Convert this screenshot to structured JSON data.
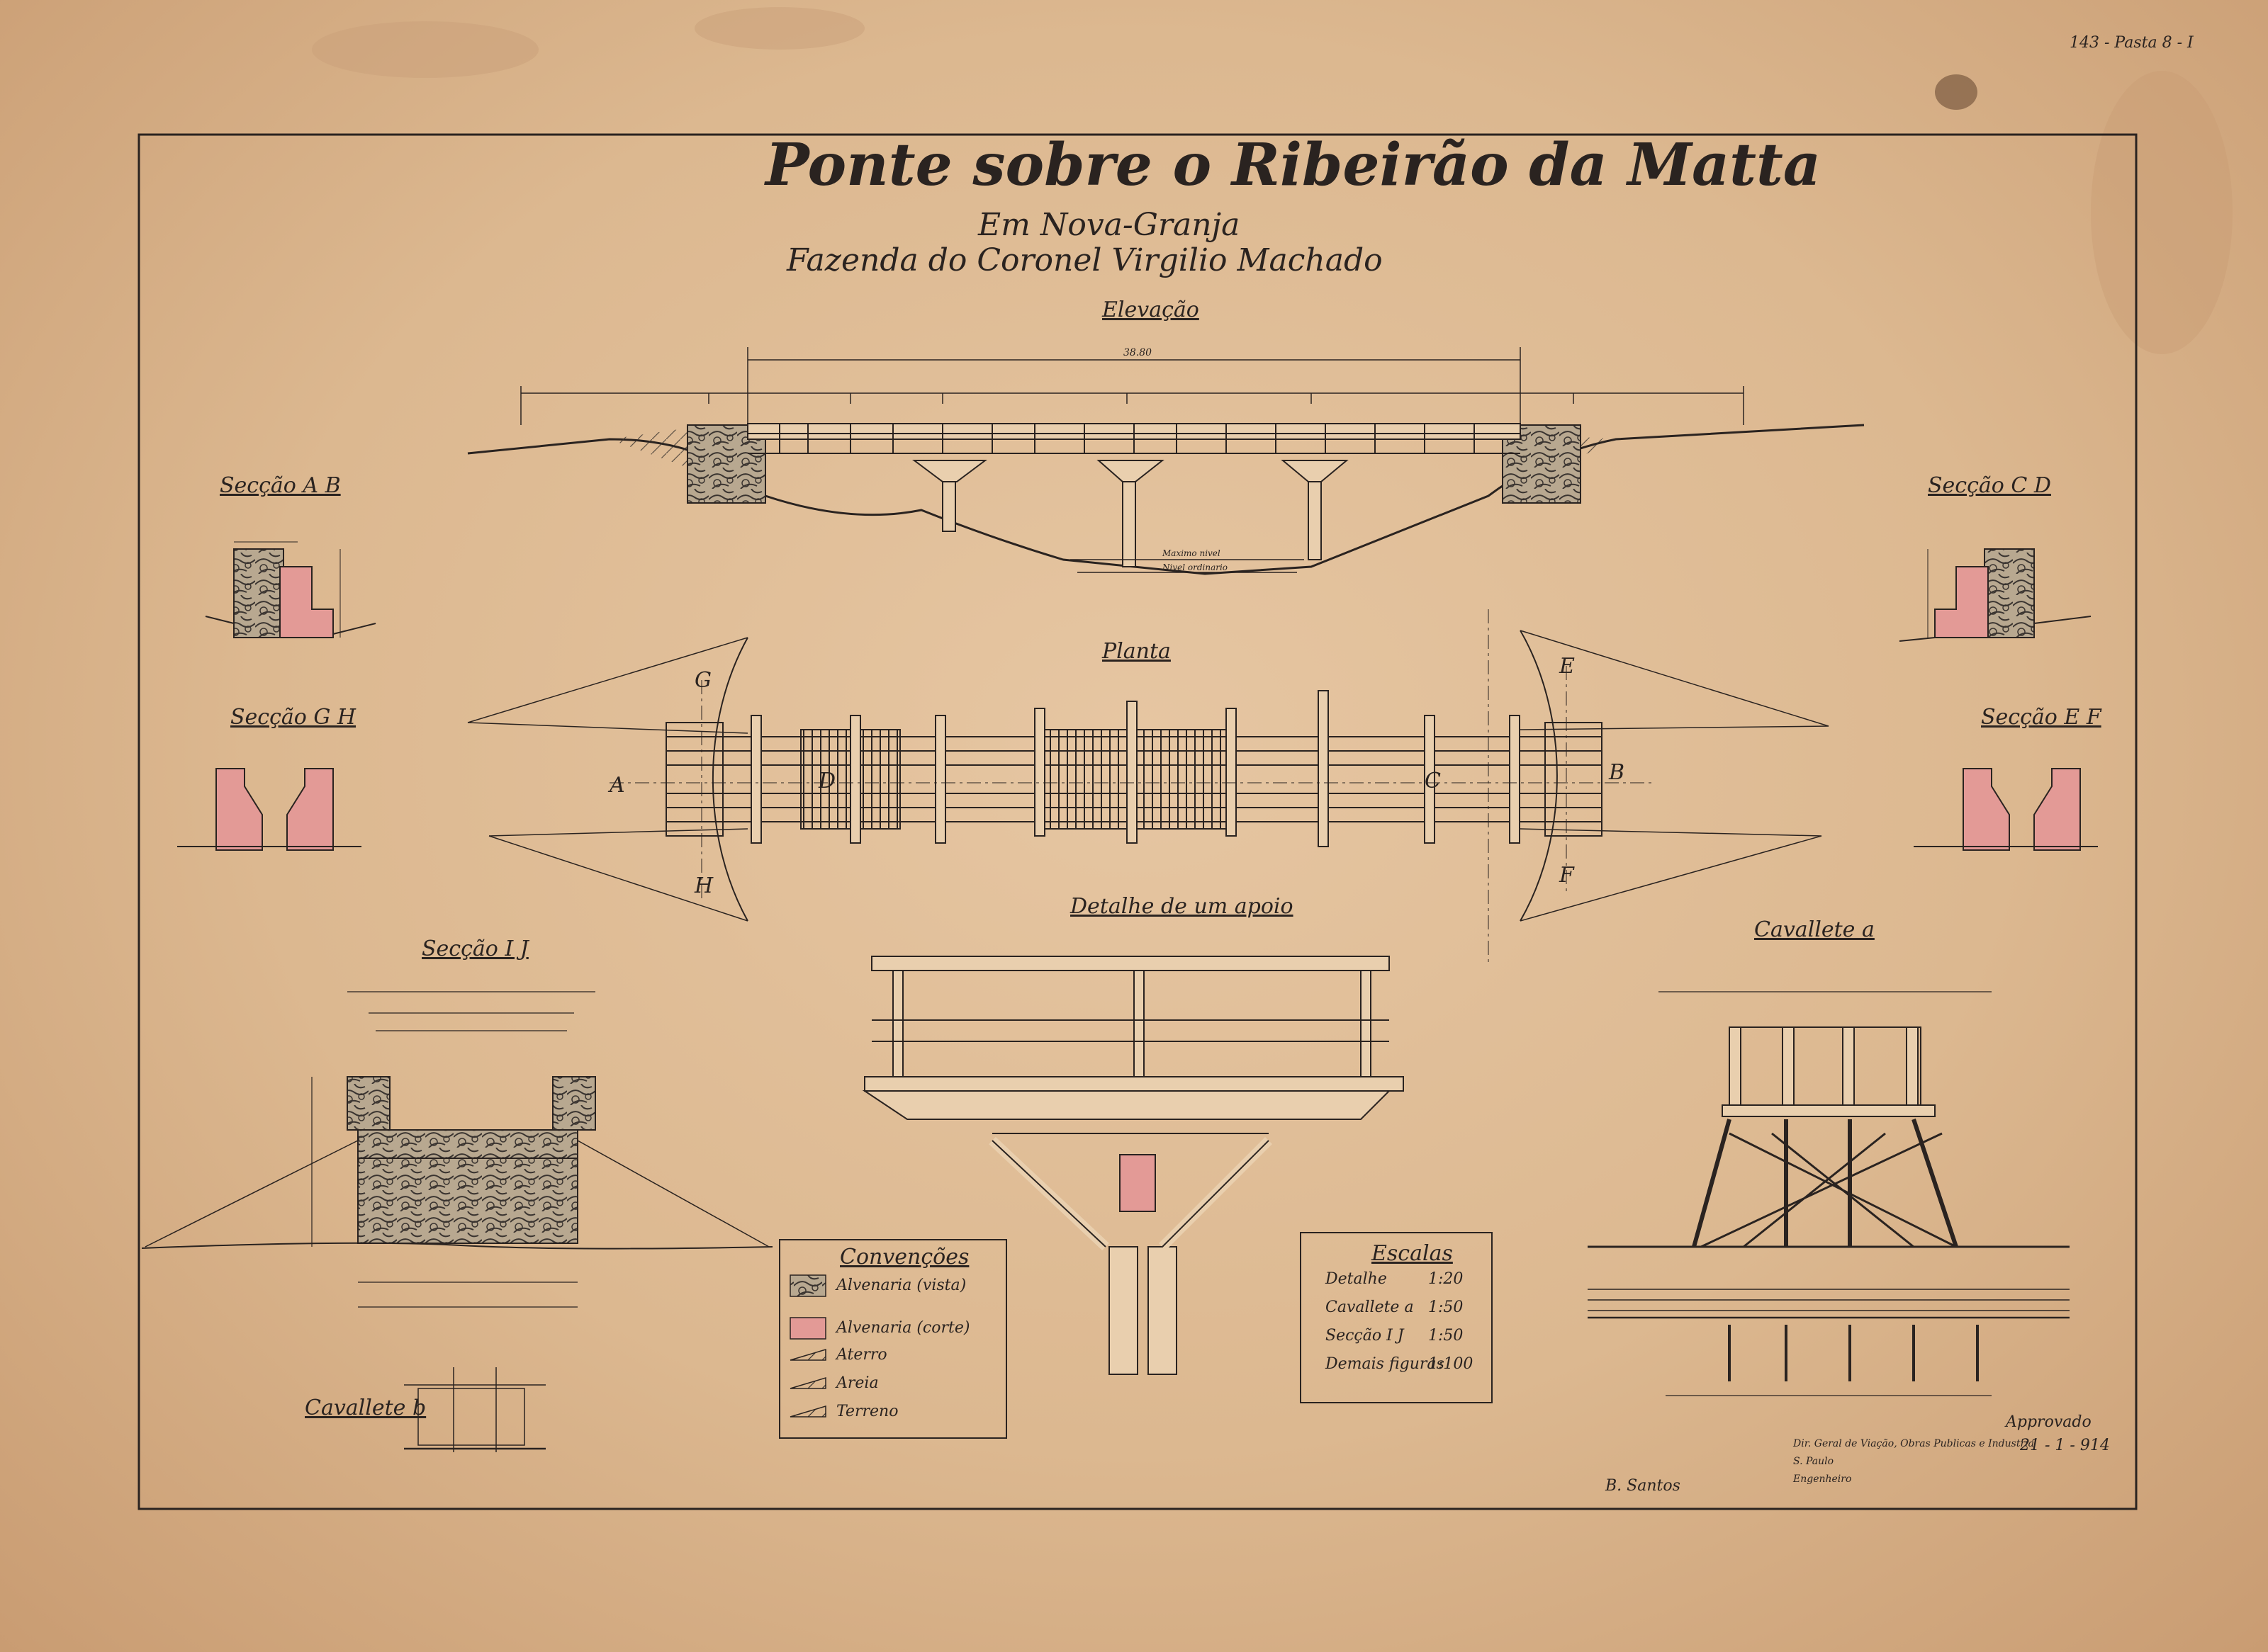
{
  "title": "Ponte sobre o Ribeirão da Matta",
  "subtitle": "Em Nova-Granja",
  "subtitle2": "Fazenda do Coronel Virgilio Machado",
  "corner_ref": "143 - Pasta 8 - I",
  "views": {
    "elevacao": "Elevação",
    "planta": "Planta",
    "detalhe": "Detalhe de um apoio",
    "cavallete_a": "Cavallete a",
    "cavallete_b": "Cavallete b",
    "secao_ab": "Secção A B",
    "secao_cd": "Secção C D",
    "secao_gh": "Secção G H",
    "secao_ef": "Secção E F",
    "secao_ij": "Secção I J"
  },
  "elevation": {
    "total": "38.80",
    "water_high": "Maximo nivel",
    "water_low": "Nivel ordinario"
  },
  "legend": {
    "title": "Convenções",
    "items": [
      {
        "label": "Alvenaria (vista)"
      },
      {
        "label": "Alvenaria (corte)"
      },
      {
        "label": "Aterro"
      },
      {
        "label": "Areia"
      },
      {
        "label": "Terreno"
      }
    ],
    "colors": {
      "cut": "#e39a96",
      "stone": "#8a8075"
    }
  },
  "scales": {
    "title": "Escalas",
    "rows": [
      {
        "name": "Detalhe",
        "value": "1:20"
      },
      {
        "name": "Cavallete a",
        "value": "1:50"
      },
      {
        "name": "Secção I J",
        "value": "1:50"
      },
      {
        "name": "Demais figuras",
        "value": "1:100"
      }
    ]
  },
  "approval": {
    "line1": "Approvado",
    "line2": "21 - 1 - 914"
  },
  "signatures": {
    "left": "B. Santos"
  },
  "office_note": {
    "line1": "Dir. Geral de Viação, Obras Publicas e Industria",
    "line2": "S. Paulo",
    "line3": "Engenheiro"
  }
}
